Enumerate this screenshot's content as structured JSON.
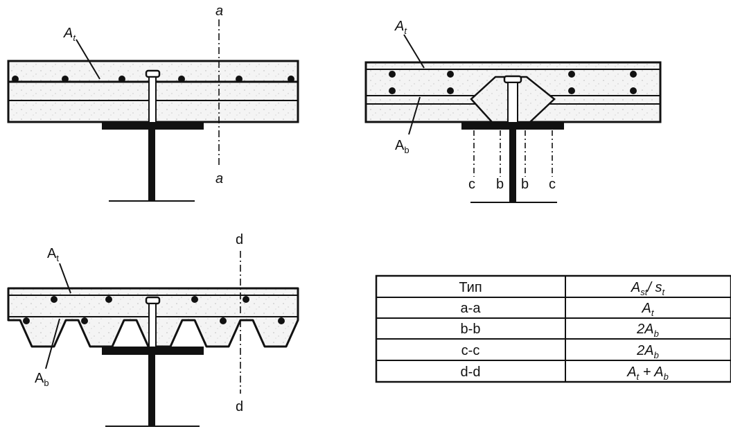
{
  "labels": {
    "top": "A",
    "top_sub": "t",
    "bottom": "A",
    "bottom_sub": "b",
    "sec_a": "a",
    "sec_b": "b",
    "sec_c": "c",
    "sec_d": "d"
  },
  "table": {
    "header_type": "Тип",
    "header_formula_main": "A",
    "header_formula_sub1": "st",
    "header_formula_sep": "/ s",
    "header_formula_sub2": "t",
    "rows": [
      {
        "type": "a-a",
        "prefix": "",
        "main": "A",
        "sub": "t",
        "suffix": ""
      },
      {
        "type": "b-b",
        "prefix": "2",
        "main": "A",
        "sub": "b",
        "suffix": ""
      },
      {
        "type": "c-c",
        "prefix": "2",
        "main": "A",
        "sub": "b",
        "suffix": ""
      },
      {
        "type": "d-d",
        "prefix": "",
        "main": "A",
        "sub": "t",
        "suffix": " + A",
        "suffix_sub": "b"
      }
    ]
  }
}
